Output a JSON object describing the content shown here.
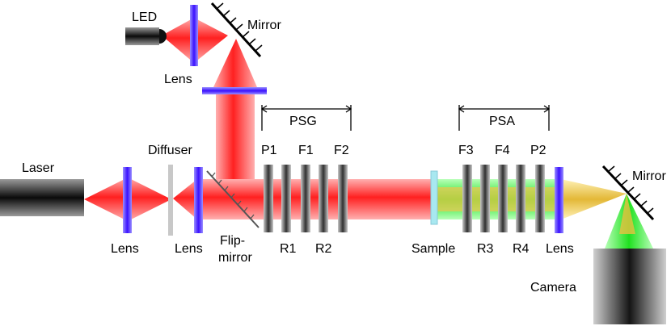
{
  "labels": {
    "led": "LED",
    "mirror_top": "Mirror",
    "lens_led": "Lens",
    "laser": "Laser",
    "lens_laser": "Lens",
    "diffuser": "Diffuser",
    "lens_diffuser": "Lens",
    "flip_mirror_1": "Flip-",
    "flip_mirror_2": "mirror",
    "psg": "PSG",
    "psa": "PSA",
    "p1": "P1",
    "f1": "F1",
    "f2": "F2",
    "r1": "R1",
    "r2": "R2",
    "sample": "Sample",
    "f3": "F3",
    "f4": "F4",
    "p2": "P2",
    "r3": "R3",
    "r4": "R4",
    "lens_camera": "Lens",
    "mirror_right": "Mirror",
    "camera": "Camera"
  },
  "colors": {
    "beam_red": "#ff3030",
    "beam_green": "#33e833",
    "beam_yellow": "#e8c040",
    "lens_blue": "#5a3cff",
    "optic_dark": "#222222",
    "sample_cyan": "#a8e8f0"
  }
}
